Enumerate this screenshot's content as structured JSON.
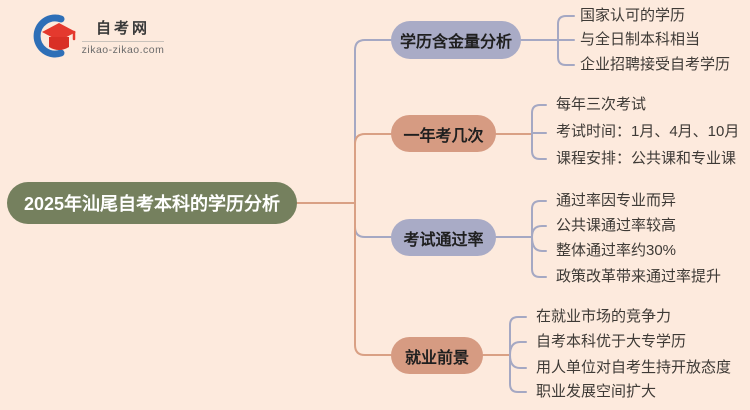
{
  "page": {
    "background": "#FDEADD"
  },
  "logo": {
    "site_name": "自考网",
    "site_url": "zikao-zikao.com",
    "icon": "graduation-cap-icon",
    "cap_color": "#E4392E",
    "crescent_color": "#2E6FB7"
  },
  "root": {
    "title": "2025年汕尾自考本科的学历分析",
    "bg_color": "#75805E",
    "text_color": "#FFFFFF"
  },
  "colors": {
    "branch_lavender": "#A9ABC6",
    "branch_salmon": "#D69B82",
    "connector_grey": "#A5A8C3",
    "connector_salmon": "#D9A084",
    "leaf_text": "#3E3A36"
  },
  "branches": [
    {
      "label": "学历含金量分析",
      "color": "#A9ABC6",
      "items": [
        "国家认可的学历",
        "与全日制本科相当",
        "企业招聘接受自考学历"
      ]
    },
    {
      "label": "一年考几次",
      "color": "#D69B82",
      "items": [
        "每年三次考试",
        "考试时间：1月、4月、10月",
        "课程安排：公共课和专业课"
      ]
    },
    {
      "label": "考试通过率",
      "color": "#A9ABC6",
      "items": [
        "通过率因专业而异",
        "公共课通过率较高",
        "整体通过率约30%",
        "政策改革带来通过率提升"
      ]
    },
    {
      "label": "就业前景",
      "color": "#D69B82",
      "items": [
        "在就业市场的竞争力",
        "自考本科优于大专学历",
        "用人单位对自考生持开放态度",
        "职业发展空间扩大"
      ]
    }
  ]
}
